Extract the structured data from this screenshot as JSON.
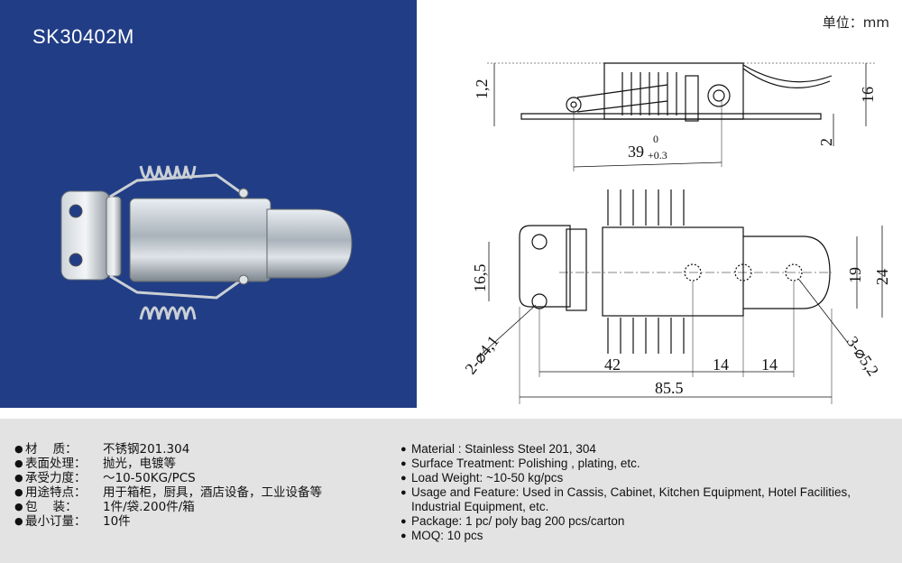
{
  "model": "SK30402M",
  "unit_label": "单位：mm",
  "dimensions": {
    "height_12": "1,2",
    "length_39": "39",
    "tol_upper": "0",
    "tol_lower": "+0.3",
    "height_16": "16",
    "thickness_2": "2",
    "width_165": "16,5",
    "hole_41": "2-⌀4,1",
    "width_19": "19",
    "width_24": "24",
    "len_42": "42",
    "len_14a": "14",
    "len_14b": "14",
    "hole_52": "3-⌀5,2",
    "total_855": "85.5"
  },
  "specs_cn": [
    {
      "label": "材    质：",
      "value": "不锈钢201.304"
    },
    {
      "label": "表面处理：",
      "value": "抛光，电镀等"
    },
    {
      "label": "承受力度：",
      "value": "～10-50KG/PCS"
    },
    {
      "label": "用途特点：",
      "value": "用于箱柜，厨具，酒店设备，工业设备等"
    },
    {
      "label": "包    装：",
      "value": "1件/袋.200件/箱"
    },
    {
      "label": "最小订量：",
      "value": "10件"
    }
  ],
  "specs_en": [
    "Material : Stainless Steel 201, 304",
    "Surface Treatment: Polishing , plating, etc.",
    "Load Weight: ~10-50 kg/pcs",
    "Usage and Feature: Used in Cassis, Cabinet, Kitchen Equipment, Hotel Facilities, Industrial Equipment, etc.",
    "Package: 1 pc/ poly bag  200 pcs/carton",
    "MOQ: 10 pcs"
  ]
}
